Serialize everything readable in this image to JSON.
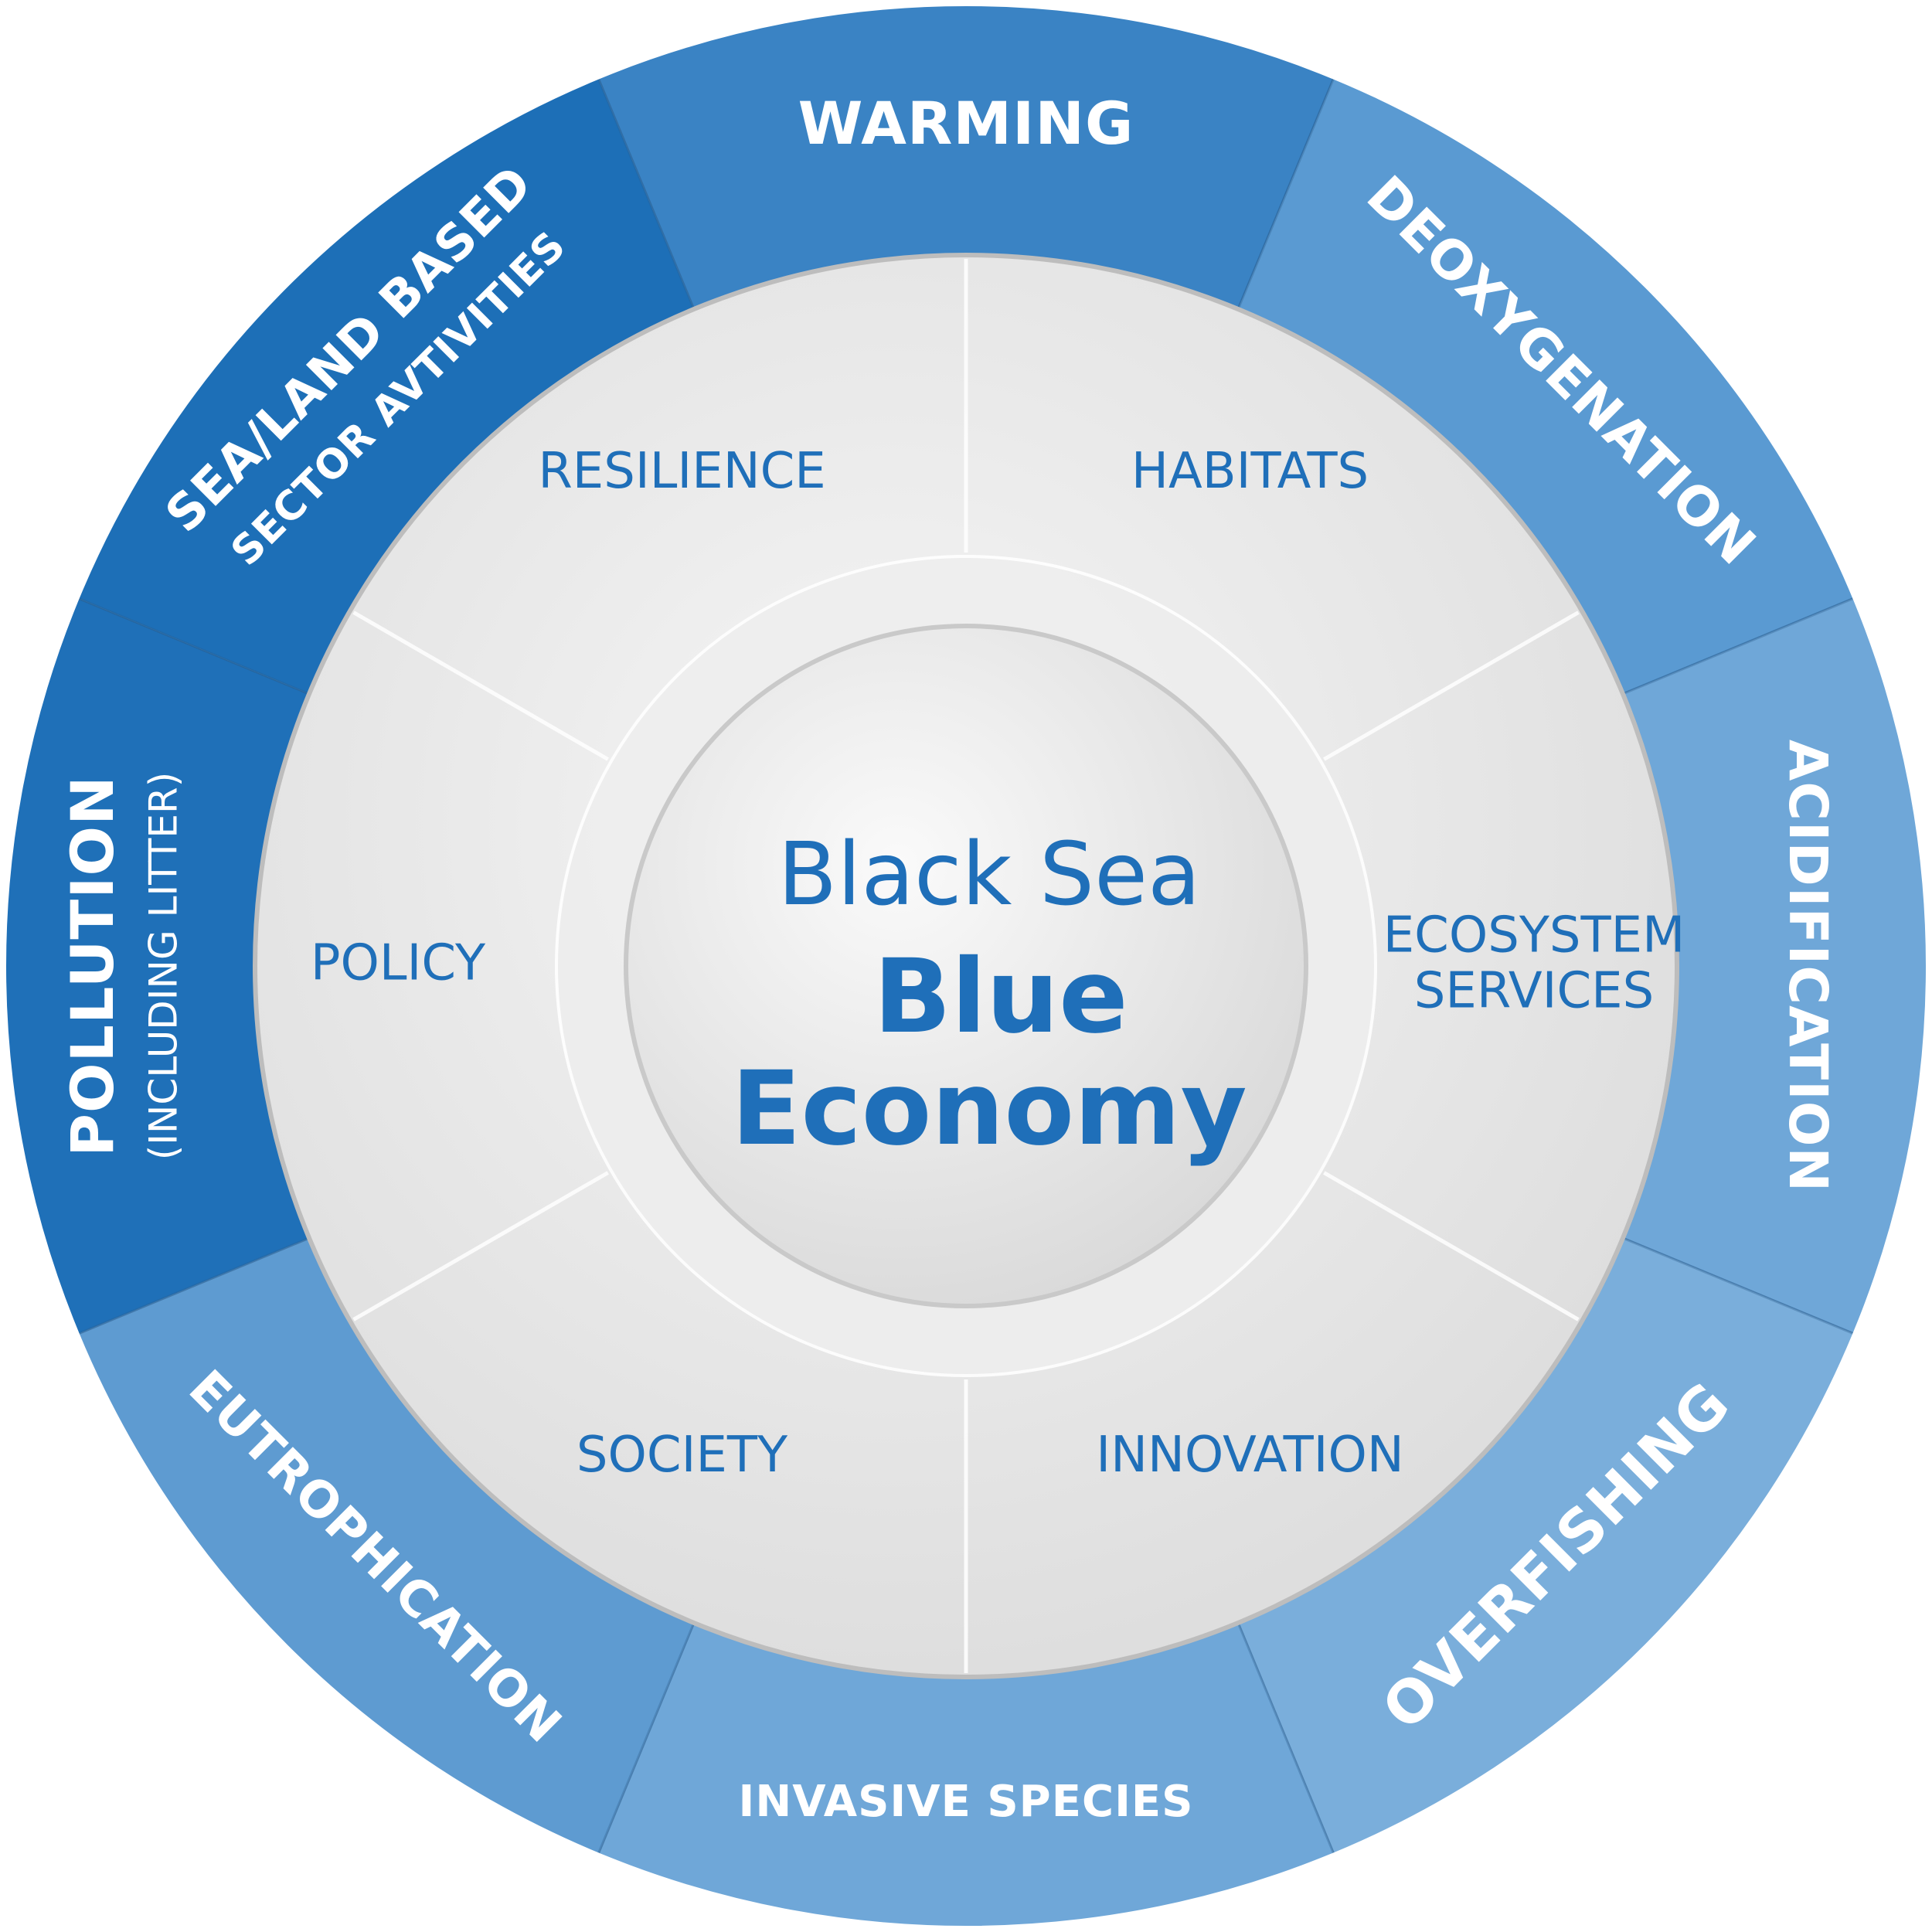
{
  "outer_ring": [
    {
      "label": "WARMING",
      "color": "#3a83c4"
    },
    {
      "label": "DEOXYGENATION",
      "color": "#5a9ad2"
    },
    {
      "label": "ACIDIFICATION",
      "color": "#6fa7d8"
    },
    {
      "label": "OVERFISHING",
      "color": "#7aaedb"
    },
    {
      "label": "INVASIVE SPECIES",
      "color": "#6fa7d8"
    },
    {
      "label": "EUTROPHICATION",
      "color": "#5e9bd1"
    },
    {
      "label": "POLLUTION",
      "sublabel": "(INCLUDING LITTER)",
      "color": "#1f70b8"
    },
    {
      "label": "SEA/LAND BASED",
      "sublabel": "SECTOR AVTIVITIES",
      "color": "#1d6fb7"
    }
  ],
  "inner_ring": [
    {
      "label": "HABITATS"
    },
    {
      "label": "ECOSYSTEM",
      "sublabel": "SERVICES"
    },
    {
      "label": "INNOVATION"
    },
    {
      "label": "SOCIETY"
    },
    {
      "label": "POLICY"
    },
    {
      "label": "RESILIENCE"
    }
  ],
  "center": {
    "line1": "Black Sea",
    "line2": "Blue",
    "line3": "Economy"
  },
  "colors": {
    "accent": "#1f6fb9",
    "inner_disc": "#ececec"
  }
}
